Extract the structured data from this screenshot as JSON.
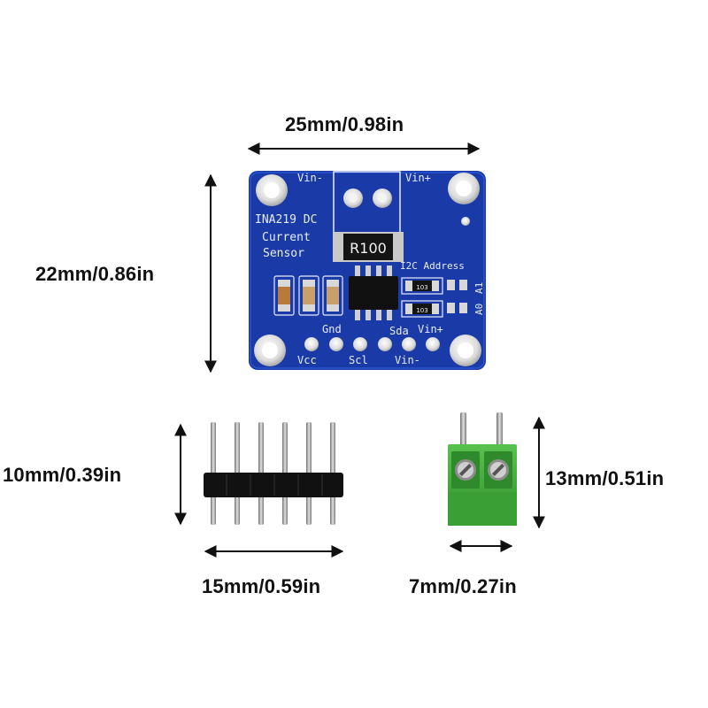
{
  "dimensions": {
    "board_width": "25mm/0.98in",
    "board_height": "22mm/0.86in",
    "header_height": "10mm/0.39in",
    "header_width": "15mm/0.59in",
    "terminal_height": "13mm/0.51in",
    "terminal_width": "7mm/0.27in"
  },
  "board": {
    "title_line1": "INA219 DC",
    "title_line2": "Current",
    "title_line3": "Sensor",
    "resistor_label": "R100",
    "vin_minus_top": "Vin-",
    "vin_plus_top": "Vin+",
    "i2c_address": "I2C Address",
    "a0": "A0",
    "a1": "A1",
    "pin_gnd": "Gnd",
    "pin_vcc": "Vcc",
    "pin_scl": "Scl",
    "pin_sda": "Sda",
    "pin_vin_plus": "Vin+",
    "pin_vin_minus": "Vin-",
    "smd_code_1": "103",
    "smd_code_2": "103"
  },
  "colors": {
    "pcb_blue": "#1a3aa8",
    "terminal_green": "#3fae3a",
    "header_black": "#111111",
    "pin_metal": "#9a9a9a"
  }
}
